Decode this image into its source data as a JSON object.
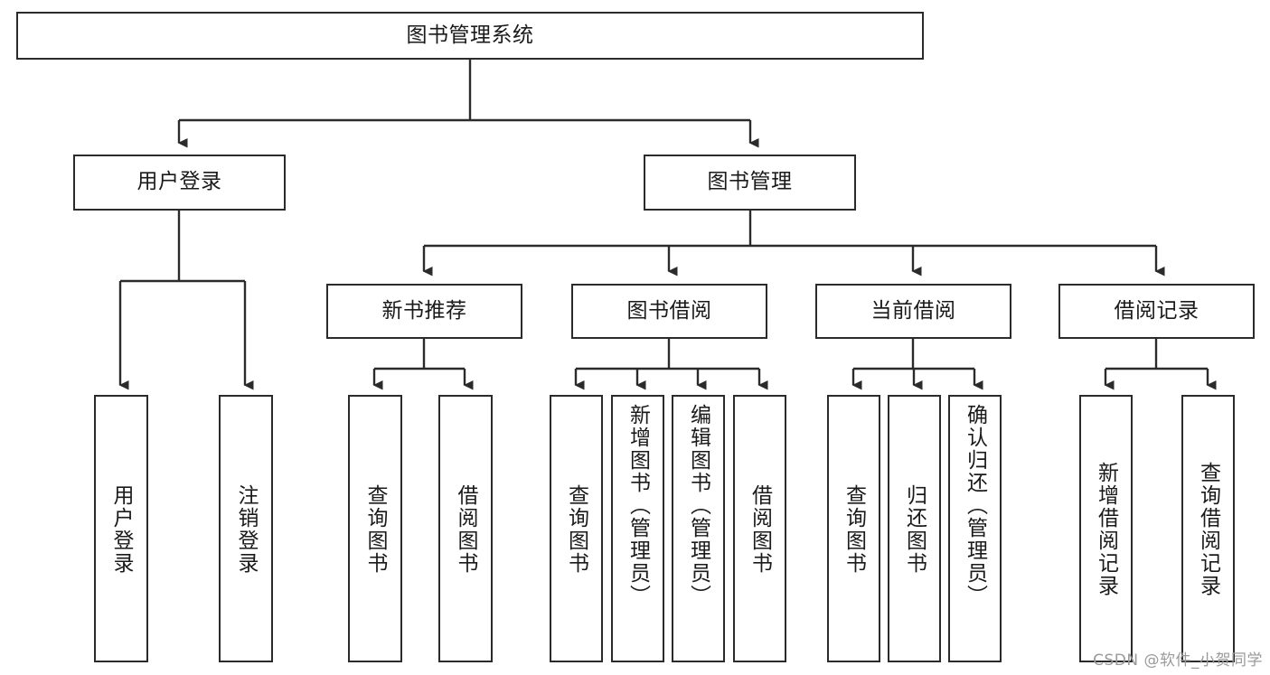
{
  "diagram": {
    "type": "tree-flowchart",
    "title": "图书管理系统",
    "root": {
      "label": "图书管理系统"
    },
    "level2": [
      {
        "label": "用户登录"
      },
      {
        "label": "图书管理"
      }
    ],
    "level3": [
      {
        "label": "新书推荐"
      },
      {
        "label": "图书借阅"
      },
      {
        "label": "当前借阅"
      },
      {
        "label": "借阅记录"
      }
    ],
    "leaves": {
      "user_login": [
        {
          "label": "用户登录"
        },
        {
          "label": "注销登录"
        }
      ],
      "new_book_recommend": [
        {
          "label": "查询图书"
        },
        {
          "label": "借阅图书"
        }
      ],
      "book_borrow": [
        {
          "label": "查询图书"
        },
        {
          "label": "新增图书（管理员）"
        },
        {
          "label": "编辑图书（管理员）"
        },
        {
          "label": "借阅图书"
        }
      ],
      "current_borrow": [
        {
          "label": "查询图书"
        },
        {
          "label": "归还图书"
        },
        {
          "label": "确认归还（管理员）"
        }
      ],
      "borrow_record": [
        {
          "label": "新增借阅记录"
        },
        {
          "label": "查询借阅记录"
        }
      ]
    }
  },
  "watermark": {
    "text": "CSDN @软件_小贺同学"
  },
  "colors": {
    "stroke": "#2b2b2b",
    "background": "#ffffff",
    "text": "#1a1a1a",
    "watermark": "#9a9a9a"
  }
}
